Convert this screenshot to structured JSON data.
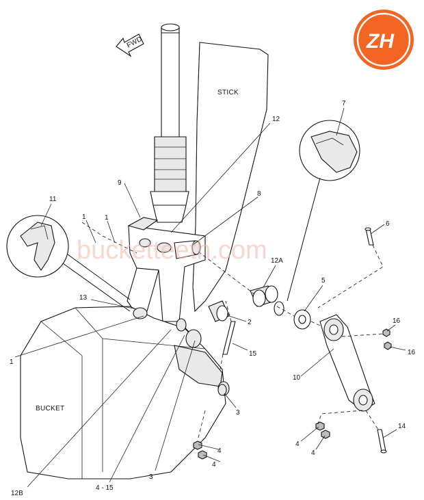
{
  "direction_arrow": {
    "label": "FWD"
  },
  "regions": {
    "stick": "STICK",
    "bucket": "BUCKET"
  },
  "callouts": [
    {
      "id": "c1a",
      "text": "1"
    },
    {
      "id": "c1b",
      "text": "1"
    },
    {
      "id": "c1c",
      "text": "1"
    },
    {
      "id": "c2",
      "text": "2"
    },
    {
      "id": "c3a",
      "text": "3"
    },
    {
      "id": "c3b",
      "text": "3"
    },
    {
      "id": "c4a",
      "text": "4"
    },
    {
      "id": "c4b",
      "text": "4"
    },
    {
      "id": "c4c",
      "text": "4"
    },
    {
      "id": "c4d",
      "text": "4"
    },
    {
      "id": "c415",
      "text": "4 - 15"
    },
    {
      "id": "c5",
      "text": "5"
    },
    {
      "id": "c6",
      "text": "6"
    },
    {
      "id": "c7",
      "text": "7"
    },
    {
      "id": "c8",
      "text": "8"
    },
    {
      "id": "c9",
      "text": "9"
    },
    {
      "id": "c10",
      "text": "10"
    },
    {
      "id": "c11",
      "text": "11"
    },
    {
      "id": "c12",
      "text": "12"
    },
    {
      "id": "c12a",
      "text": "12A"
    },
    {
      "id": "c12b",
      "text": "12B"
    },
    {
      "id": "c13",
      "text": "13"
    },
    {
      "id": "c14",
      "text": "14"
    },
    {
      "id": "c15",
      "text": "15"
    },
    {
      "id": "c16a",
      "text": "16"
    },
    {
      "id": "c16b",
      "text": "16"
    }
  ],
  "watermark": "bucketteeth.com",
  "logo": {
    "text": "ZH",
    "color": "#f26522"
  }
}
